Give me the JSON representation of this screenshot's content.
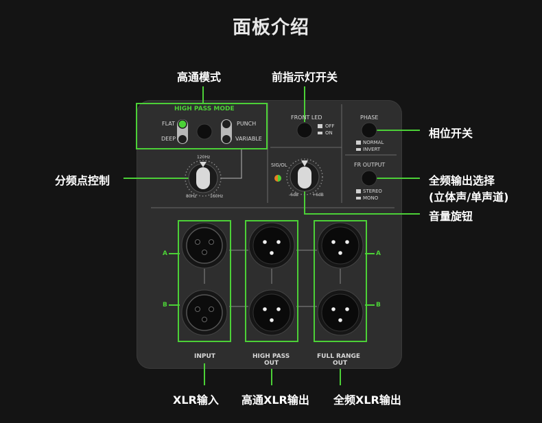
{
  "title": "面板介绍",
  "callouts": {
    "high_pass_mode": "高通模式",
    "front_led_switch": "前指示灯开关",
    "phase_switch": "相位开关",
    "crossover_control": "分频点控制",
    "fr_output_select_line1": "全频输出选择",
    "fr_output_select_line2": "(立体声/单声道)",
    "volume_knob": "音量旋钮",
    "xlr_input": "XLR输入",
    "hp_xlr_output": "高通XLR输出",
    "fr_xlr_output": "全频XLR输出"
  },
  "panel": {
    "high_pass_mode": "HIGH PASS MODE",
    "flat": "FLAT",
    "deep": "DEEP",
    "punch": "PUNCH",
    "variable": "VARIABLE",
    "freq_120": "120Hz",
    "freq_80": "80Hz",
    "freq_160": "160Hz",
    "front_led": "FRONT LED",
    "off": "OFF",
    "on": "ON",
    "sig_ol": "SIG/OL",
    "minus6": "-6dB",
    "plus6": "+6dB",
    "phase": "PHASE",
    "normal": "NORMAL",
    "invert": "INVERT",
    "fr_output": "FR OUTPUT",
    "stereo": "STEREO",
    "mono": "MONO",
    "a_left": "A",
    "b_left": "B",
    "a_right": "A",
    "b_right": "B",
    "input": "INPUT",
    "high_pass_out_1": "HIGH PASS",
    "high_pass_out_2": "OUT",
    "full_range_out_1": "FULL RANGE",
    "full_range_out_2": "OUT"
  },
  "colors": {
    "accent_green": "#4cd137",
    "hpm_label_green": "#4cd137",
    "panel": "#2e2e2e",
    "background": "#141414"
  }
}
